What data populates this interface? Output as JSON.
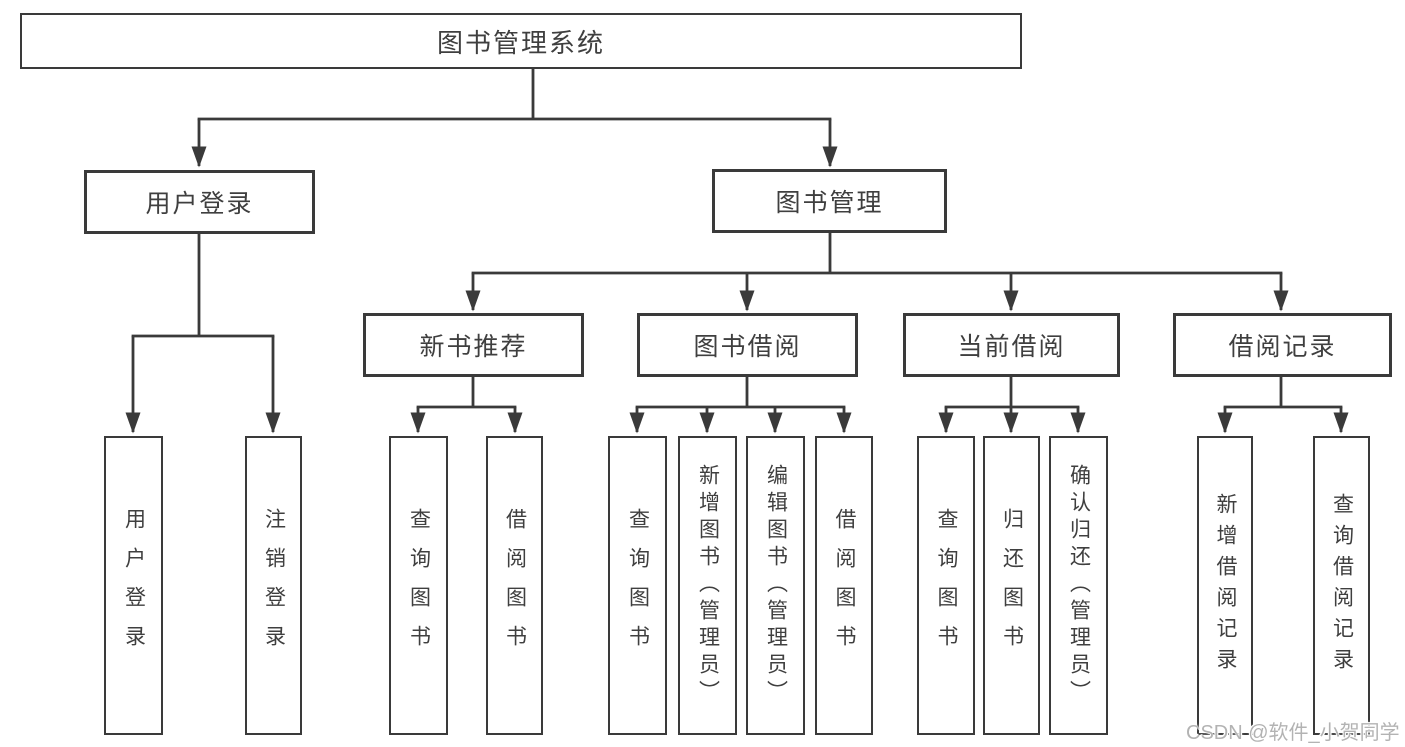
{
  "tree": {
    "root": {
      "label": "图书管理系统"
    },
    "branches": [
      {
        "label": "用户登录",
        "children": [
          {
            "label": "用户登录"
          },
          {
            "label": "注销登录"
          }
        ]
      },
      {
        "label": "图书管理",
        "groups": [
          {
            "label": "新书推荐",
            "children": [
              {
                "label": "查询图书"
              },
              {
                "label": "借阅图书"
              }
            ]
          },
          {
            "label": "图书借阅",
            "children": [
              {
                "label": "查询图书"
              },
              {
                "label": "新增图书（管理员）"
              },
              {
                "label": "编辑图书（管理员）"
              },
              {
                "label": "借阅图书"
              }
            ]
          },
          {
            "label": "当前借阅",
            "children": [
              {
                "label": "查询图书"
              },
              {
                "label": "归还图书"
              },
              {
                "label": "确认归还（管理员）"
              }
            ]
          },
          {
            "label": "借阅记录",
            "children": [
              {
                "label": "新增借阅记录"
              },
              {
                "label": "查询借阅记录"
              }
            ]
          }
        ]
      }
    ]
  },
  "watermark": {
    "text": "CSDN @软件_小贺同学"
  },
  "colors": {
    "line": "#3a3a3a",
    "text": "#3f3f3f",
    "background": "#ffffff",
    "watermark": "#b3b3b3"
  }
}
